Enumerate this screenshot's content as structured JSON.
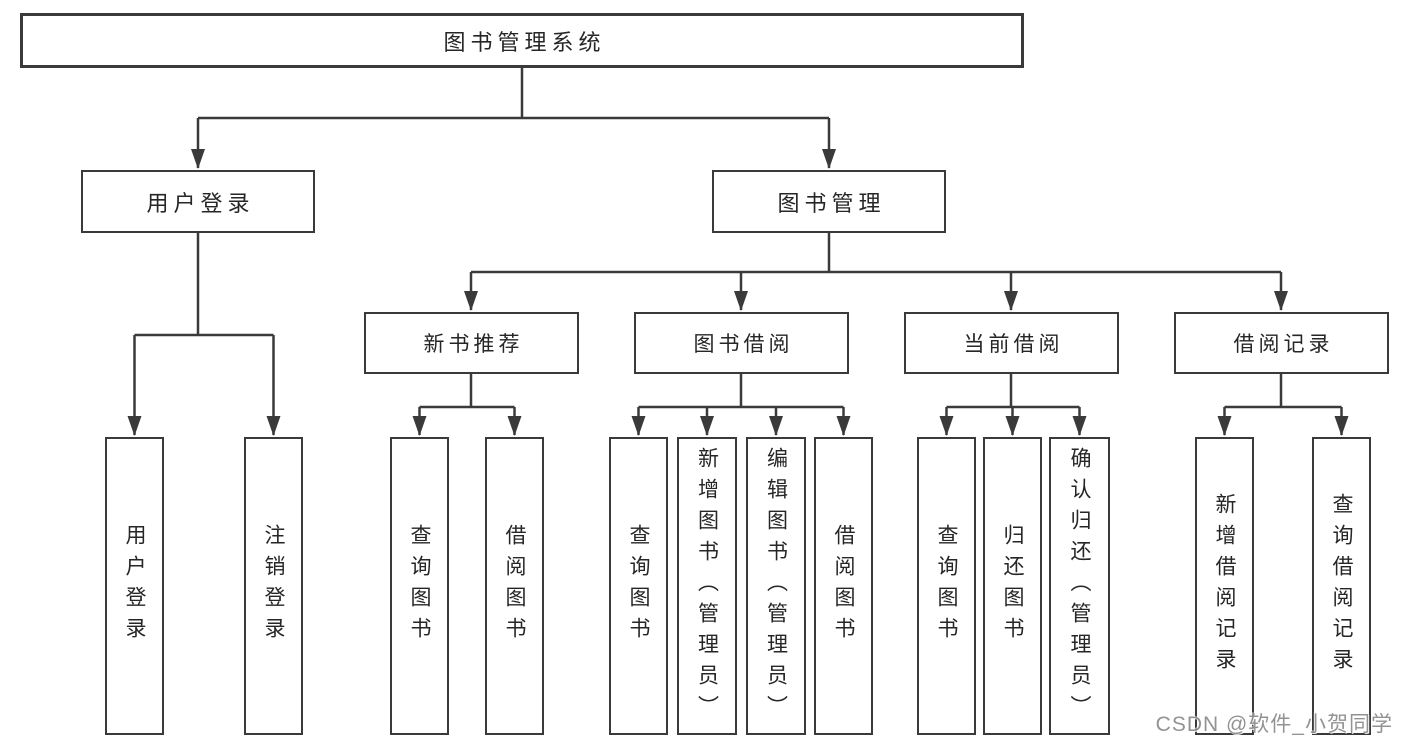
{
  "tree": {
    "root": {
      "label": "图书管理系统"
    },
    "branches": [
      {
        "label": "用户登录",
        "children": [
          {
            "label": "用户登录"
          },
          {
            "label": "注销登录"
          }
        ]
      },
      {
        "label": "图书管理",
        "children": [
          {
            "label": "新书推荐",
            "children": [
              {
                "label": "查询图书"
              },
              {
                "label": "借阅图书"
              }
            ]
          },
          {
            "label": "图书借阅",
            "children": [
              {
                "label": "查询图书"
              },
              {
                "label": "新增图书（管理员）"
              },
              {
                "label": "编辑图书（管理员）"
              },
              {
                "label": "借阅图书"
              }
            ]
          },
          {
            "label": "当前借阅",
            "children": [
              {
                "label": "查询图书"
              },
              {
                "label": "归还图书"
              },
              {
                "label": "确认归还（管理员）"
              }
            ]
          },
          {
            "label": "借阅记录",
            "children": [
              {
                "label": "新增借阅记录"
              },
              {
                "label": "查询借阅记录"
              }
            ]
          }
        ]
      }
    ]
  },
  "watermark": {
    "text": "CSDN @软件_小贺同学"
  },
  "colors": {
    "line": "#3a3a3a",
    "text": "#262626",
    "background": "#ffffff",
    "watermark": "#878787"
  }
}
